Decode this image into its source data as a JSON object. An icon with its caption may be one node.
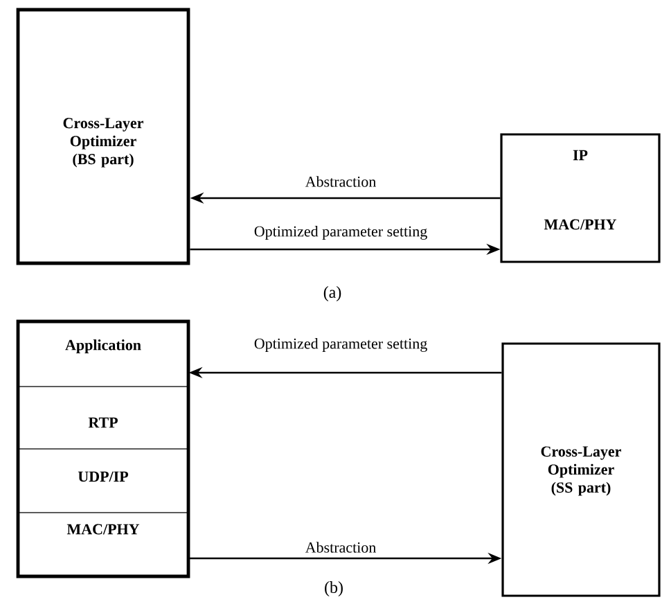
{
  "diagram": {
    "nodes": [
      {
        "text": [
          "Cross-Layer Optimizer (BS part)"
        ]
      },
      {
        "text": [
          "IP",
          "MAC/PHY"
        ]
      },
      {
        "text": [
          "Application"
        ]
      },
      {
        "text": [
          "RTP"
        ]
      },
      {
        "text": [
          "UDP/IP"
        ]
      },
      {
        "text": [
          "MAC/PHY"
        ]
      },
      {
        "text": [
          "Cross-Layer Optimizer (SS part)"
        ]
      }
    ],
    "edges": [
      {
        "from": 1,
        "to": 0,
        "arrow": "to",
        "label": "Abstraction"
      },
      {
        "from": 0,
        "to": 1,
        "arrow": "to",
        "label": "Optimized parameter setting"
      },
      {
        "from": 6,
        "to": 2,
        "arrow": "to",
        "label": "Optimized parameter setting"
      },
      {
        "from": 5,
        "to": 6,
        "arrow": "to",
        "label": "Abstraction"
      }
    ],
    "labels": [
      "(a)",
      "(b)"
    ]
  }
}
